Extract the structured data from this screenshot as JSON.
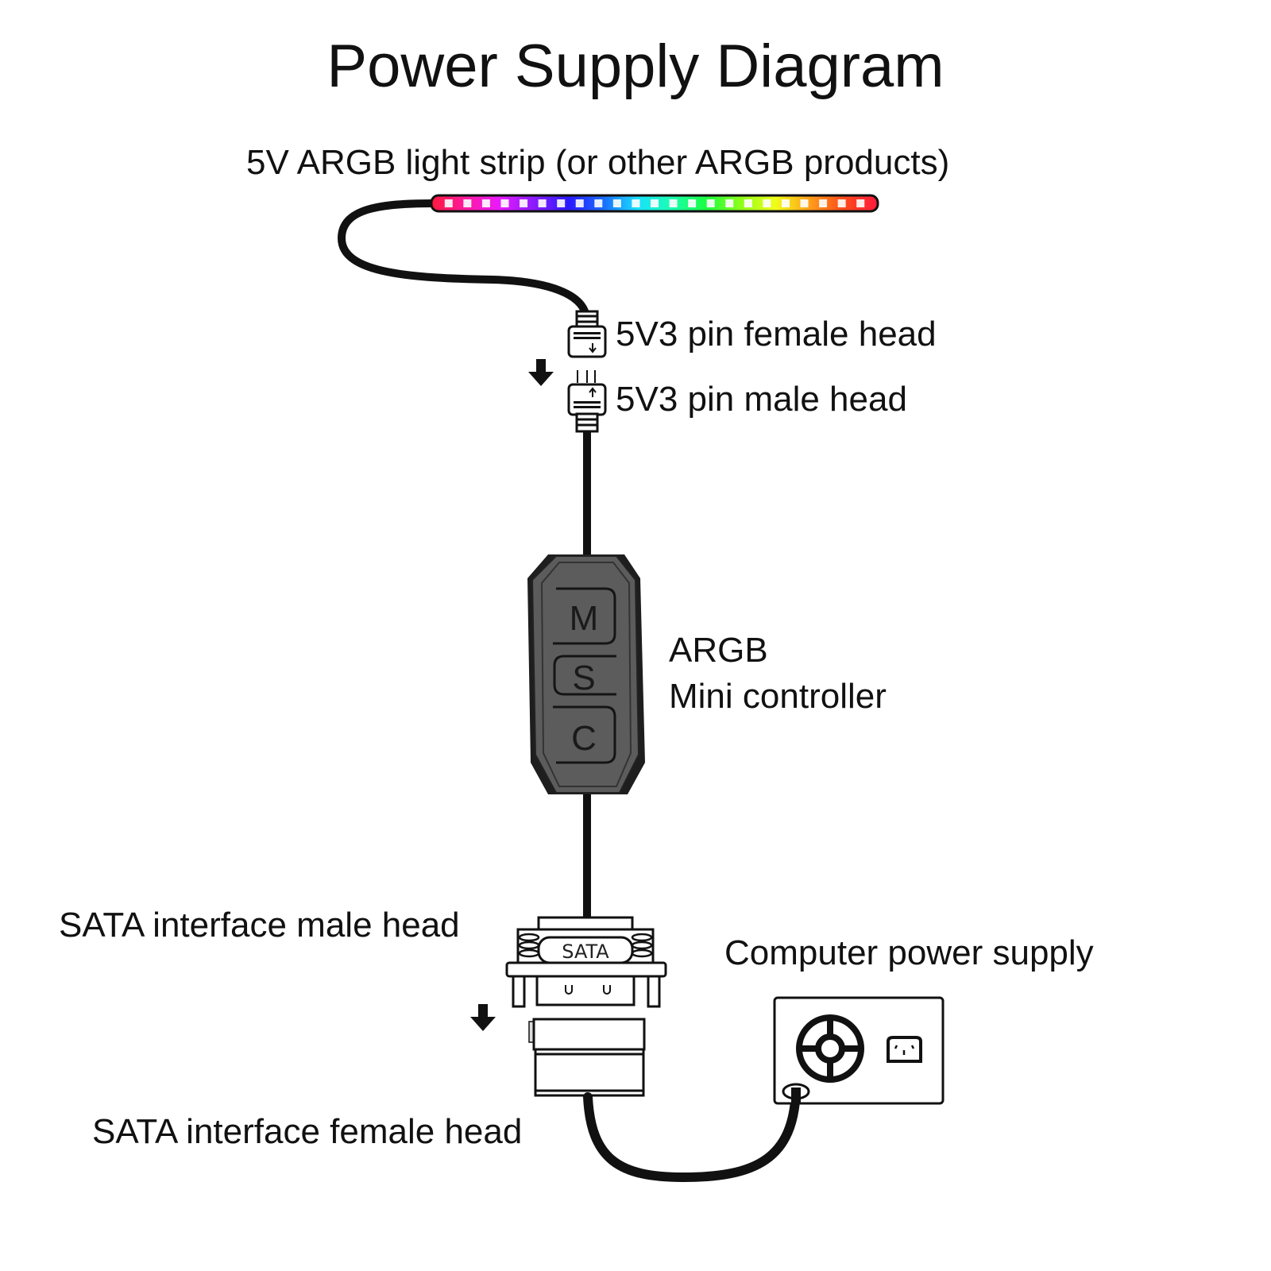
{
  "title": "Power Supply Diagram",
  "labels": {
    "light_strip": "5V ARGB light strip (or other ARGB products)",
    "female_head": "5V3 pin female head",
    "male_head": "5V3 pin male head",
    "controller_line1": "ARGB",
    "controller_line2": "Mini controller",
    "sata_male": "SATA interface male head",
    "power_supply": "Computer power supply",
    "sata_female": "SATA interface female head"
  },
  "controller_buttons": [
    "M",
    "S",
    "C"
  ],
  "sata_badge": "SATA",
  "led_strip": {
    "led_count": 23,
    "gradient_colors": [
      "#ff1a3c",
      "#ff1aa0",
      "#e81aff",
      "#8a1aff",
      "#2a1aff",
      "#1a6bff",
      "#1ae0ff",
      "#1affb0",
      "#1aff40",
      "#8cff1a",
      "#f0ff1a",
      "#ffa01a",
      "#ff4a1a",
      "#ff1a3c"
    ]
  },
  "colors": {
    "line": "#111111",
    "controller_body": "#5c5c5c",
    "controller_dark": "#1e1e1e"
  }
}
